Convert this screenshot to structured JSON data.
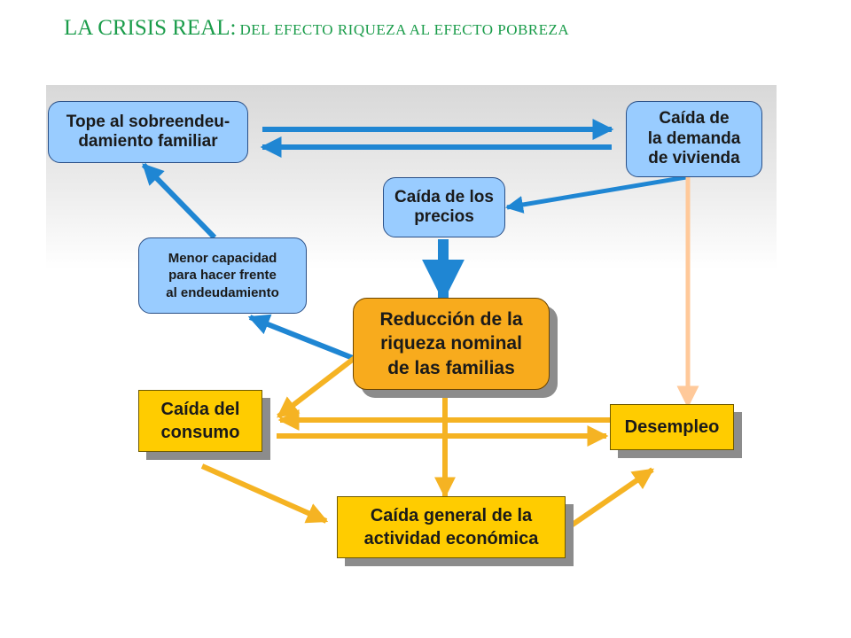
{
  "title": {
    "main": "LA CRISIS REAL:",
    "sub": "DEL EFECTO RIQUEZA AL EFECTO POBREZA"
  },
  "nodes": {
    "tope": "Tope al sobreendeu-\ndamiento familiar",
    "caida_demanda": "Caída de\nla demanda\nde vivienda",
    "caida_precios": "Caída de los\nprecios",
    "menor_capacidad": "Menor capacidad\npara hacer frente\nal endeudamiento",
    "reduccion": "Reducción de la\nriqueza nominal\nde las familias",
    "caida_consumo": "Caída del\nconsumo",
    "desempleo": "Desempleo",
    "caida_general": "Caída general de la\nactividad económica"
  },
  "colors": {
    "blue_arrow": "#1f86d3",
    "yellow_arrow": "#f5b323",
    "peach_arrow": "#ffc99a",
    "title_green": "#1a9c4a"
  }
}
